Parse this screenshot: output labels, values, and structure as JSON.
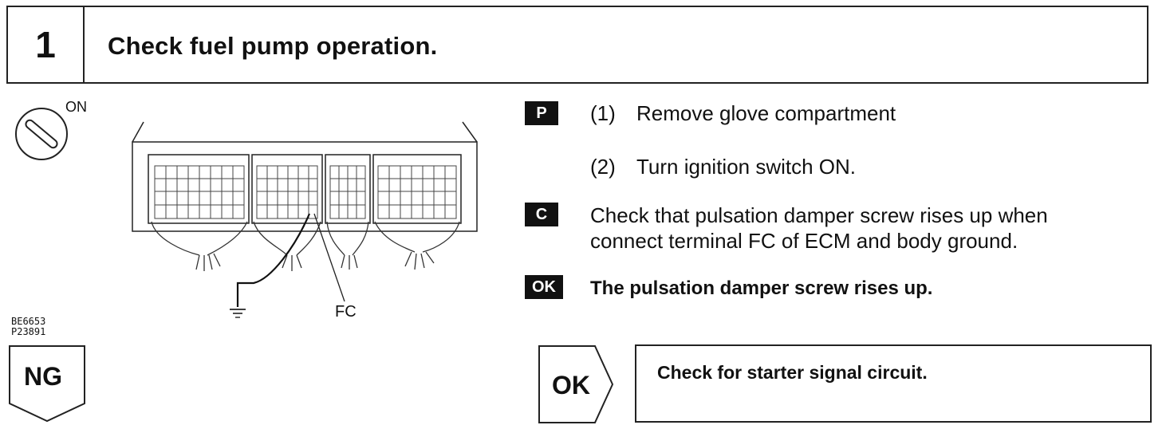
{
  "header": {
    "step_number": "1",
    "title": "Check fuel pump operation."
  },
  "figure": {
    "ignition_label": "ON",
    "terminal_label": "FC",
    "figure_codes": [
      "BE6653",
      "P23891"
    ],
    "icons": [
      "ignition-key-icon",
      "ground-symbol-icon"
    ]
  },
  "procedure": {
    "p_tag": "P",
    "steps": [
      {
        "num": "(1)",
        "text": "Remove glove compartment"
      },
      {
        "num": "(2)",
        "text": "Turn ignition switch ON."
      }
    ],
    "c_tag": "C",
    "check_lines": [
      "Check that pulsation damper screw rises up when",
      "connect terminal FC of ECM and body ground."
    ],
    "ok_tag": "OK",
    "ok_text": "The pulsation damper screw rises up."
  },
  "results": {
    "ng_label": "NG",
    "ok_label": "OK",
    "ok_action": "Check for starter signal circuit."
  }
}
